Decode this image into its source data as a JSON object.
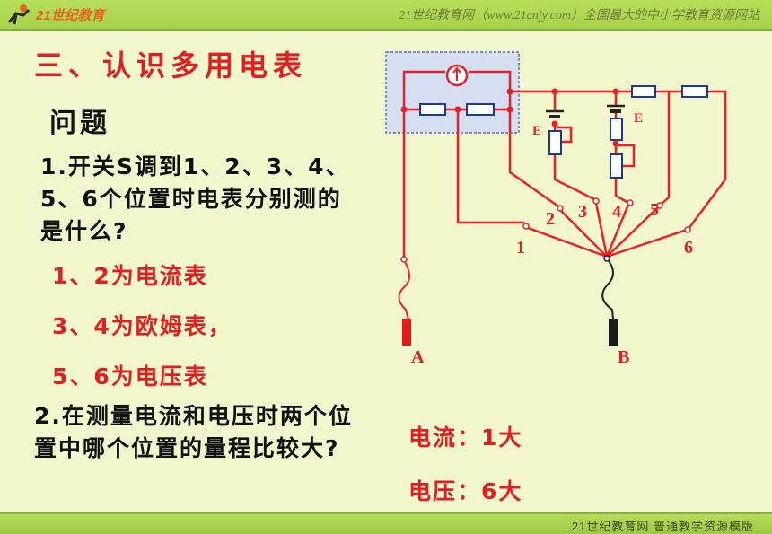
{
  "header": {
    "logo_text": "21世纪教育",
    "site_text": "21世纪教育网（www.21cnjy.com）全国最大的中小学教育资源网站"
  },
  "slide": {
    "title": "三、认识多用电表",
    "subtitle": "问题",
    "question1": "1.开关S调到1、2、3、4、5、6个位置时电表分别测的是什么?",
    "answers": [
      "1、2为电流表",
      "3、4为欧姆表，",
      "5、6为电压表"
    ],
    "question2": "2.在测量电流和电压时两个位置中哪个位置的量程比较大?",
    "note_current": "电流：1大",
    "note_voltage": "电压：6大"
  },
  "circuit": {
    "probe_a": "A",
    "probe_b": "B",
    "battery1": "E",
    "battery2": "E",
    "positions": [
      "1",
      "2",
      "3",
      "4",
      "5",
      "6"
    ],
    "wire_color": "#e8202a",
    "label_color": "#e02020"
  },
  "footer": {
    "text": "21世纪教育网    普通教学资源模版"
  }
}
